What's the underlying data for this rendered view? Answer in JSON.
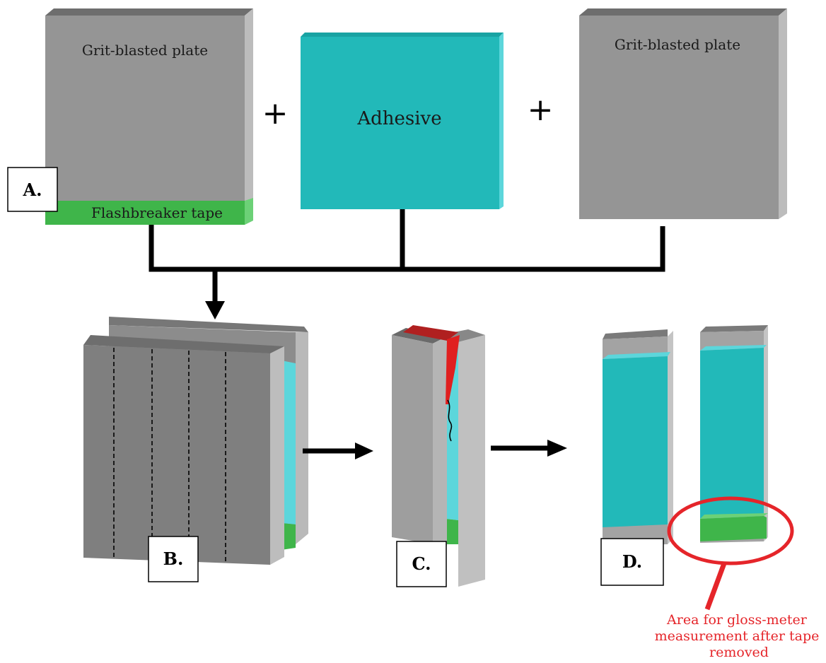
{
  "labels": {
    "plate_left": "Grit-blasted plate",
    "plate_right": "Grit-blasted plate",
    "tape": "Flashbreaker tape",
    "adhesive": "Adhesive",
    "plus": "+",
    "step_a": "A.",
    "step_b": "B.",
    "step_c": "C.",
    "step_d": "D."
  },
  "annotation": {
    "lines": [
      "Area for gloss-meter",
      "measurement after tape",
      "removed"
    ]
  },
  "colors": {
    "plate_face": "#959595",
    "plate_top": "#707070",
    "plate_side": "#bdbdbd",
    "specimen_dark": "#7f7f7f",
    "specimen_light": "#a9a9a9",
    "adhesive": "#22b9b9",
    "adhesive_light": "#5cd6db",
    "tape": "#3fb54a",
    "tape_light": "#6cd177",
    "crack_wedge": "#e02020",
    "annotation": "#e5252a",
    "arrow": "#000000"
  }
}
